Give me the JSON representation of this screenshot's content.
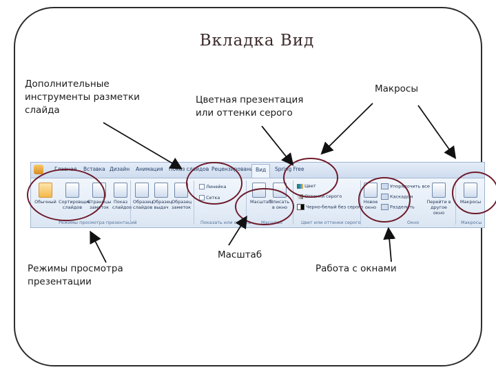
{
  "title": "Вкладка  Вид",
  "annotations": {
    "extra_tools": "Дополнительные\nинструменты разметки\nслайда",
    "color_gray": "Цветная презентация\nили оттенки серого",
    "macros": "Макросы",
    "view_modes": "Режимы просмотра\nпрезентации",
    "zoom": "Масштаб",
    "windows": "Работа с окнами"
  },
  "ribbon": {
    "tabs": [
      "Главная",
      "Вставка",
      "Дизайн",
      "Анимация",
      "Показ слайдов",
      "Рецензирование",
      "Вид",
      "Spring Free"
    ],
    "active_tab": "Вид",
    "groups": {
      "views": {
        "label": "Режимы просмотра презентаций",
        "buttons": [
          "Обычный",
          "Сортировщик слайдов",
          "Страницы заметок",
          "Показ слайдов"
        ]
      },
      "masters": {
        "buttons": [
          "Образец слайдов",
          "Образец выдач",
          "Образец заметок"
        ]
      },
      "show_hide": {
        "label": "Показать или скрыть",
        "items": [
          "Линейка",
          "Сетка"
        ]
      },
      "zoom": {
        "label": "Масштаб",
        "buttons": [
          "Масштаб",
          "Вписать в окно"
        ]
      },
      "color": {
        "label": "Цвет или оттенки серого",
        "items": [
          "Цвет",
          "Оттенки серого",
          "Черно-белый без серого"
        ]
      },
      "window": {
        "label": "Окно",
        "new_window": "Новое окно",
        "items": [
          "Упорядочить все",
          "Каскадом",
          "Разделить"
        ],
        "switch": "Перейти в другое окно"
      },
      "macros": {
        "label": "Макросы",
        "button": "Макросы"
      }
    }
  },
  "colors": {
    "circle": "#6d1a2a",
    "arrow": "#111111",
    "frame": "#2b2b2b"
  }
}
